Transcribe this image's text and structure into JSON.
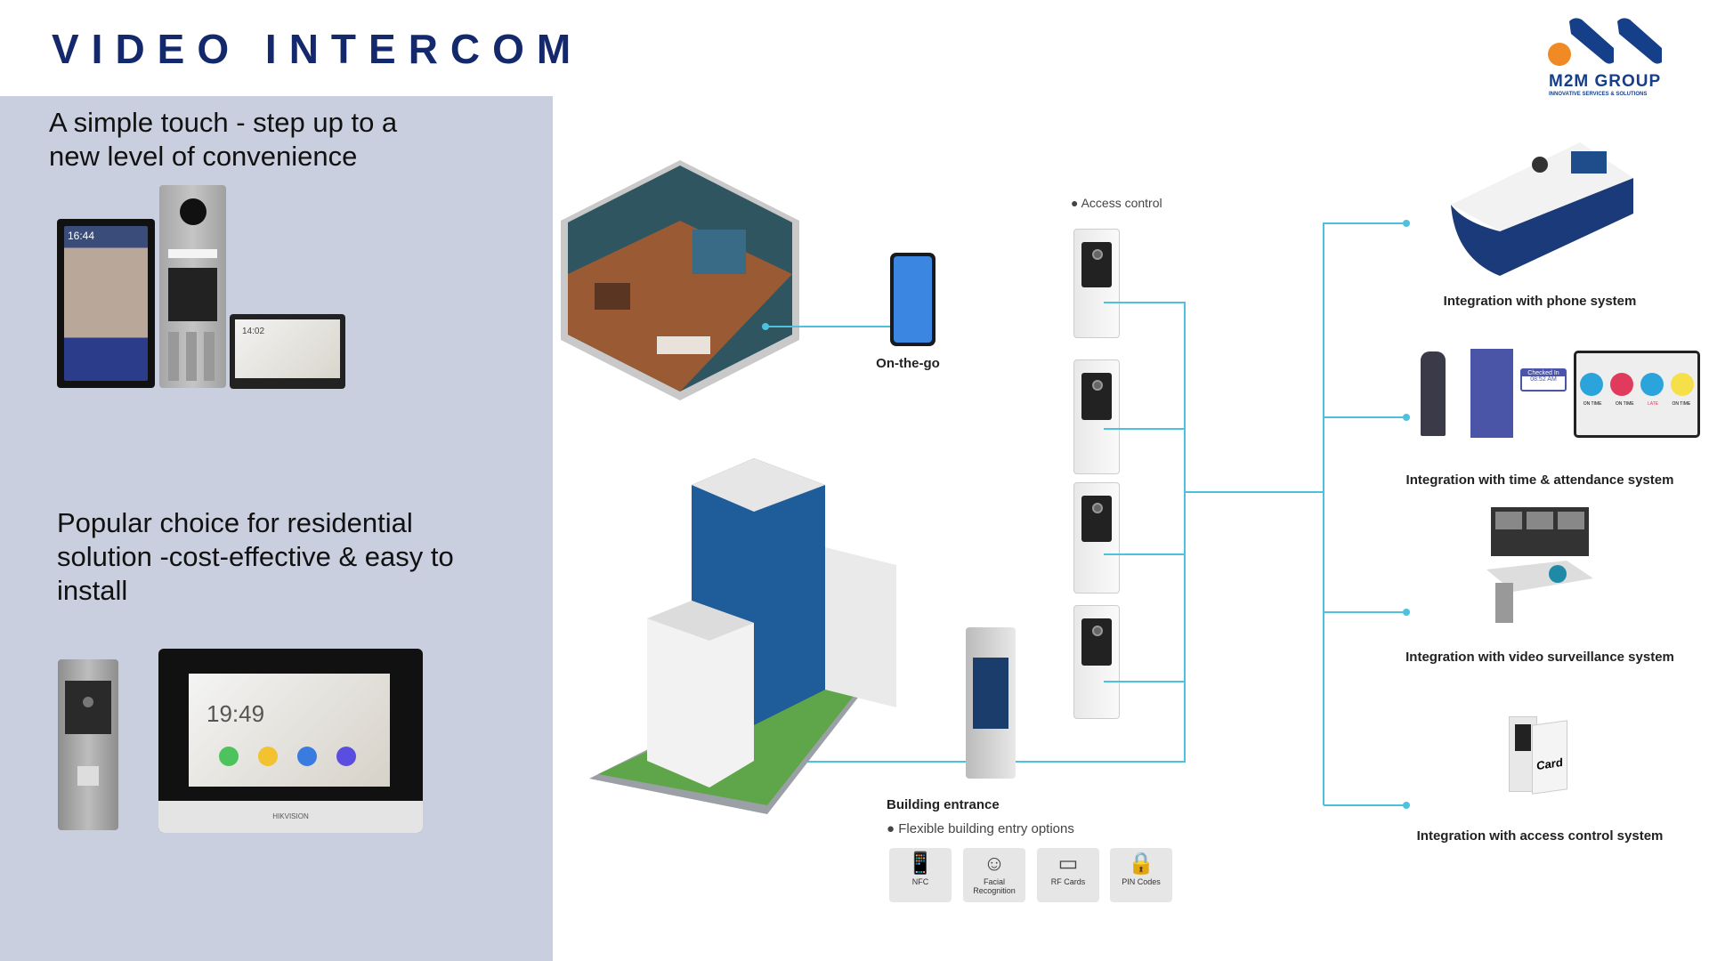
{
  "title": "VIDEO INTERCOM",
  "logo": {
    "name": "M2M GROUP",
    "tagline": "INNOVATIVE SERVICES & SOLUTIONS",
    "colors": {
      "blue": "#163f8a",
      "orange": "#f08a24"
    }
  },
  "left": {
    "text1": "A simple touch - step up to a new level of convenience",
    "text2": "Popular choice for residential solution -cost-effective & easy to install",
    "device_times": {
      "panel": "16:44",
      "monitor_small": "14:02",
      "monitor_large": "19:49"
    },
    "brand": "HIKVISION"
  },
  "diagram": {
    "access_control": "Access control",
    "on_the_go": "On-the-go",
    "building_entrance": "Building entrance",
    "entry_options_bullet": "Flexible building entry options",
    "entry_options": [
      {
        "label": "NFC",
        "icon": "nfc-phone-icon"
      },
      {
        "label": "Facial Recognition",
        "icon": "face-scan-icon"
      },
      {
        "label": "RF Cards",
        "icon": "card-icon"
      },
      {
        "label": "PIN Codes",
        "icon": "padlock-icon"
      }
    ],
    "integrations": [
      "Integration with phone system",
      "Integration with time & attendance system",
      "Integration with video surveillance system",
      "Integration with access control system"
    ],
    "attendance": {
      "checked_in": "Checked In",
      "time": "08:52 AM",
      "statuses": [
        "ON TIME",
        "ON TIME",
        "LATE",
        "ON TIME"
      ]
    },
    "card_label": "Card",
    "line_color": "#4ec1de"
  }
}
